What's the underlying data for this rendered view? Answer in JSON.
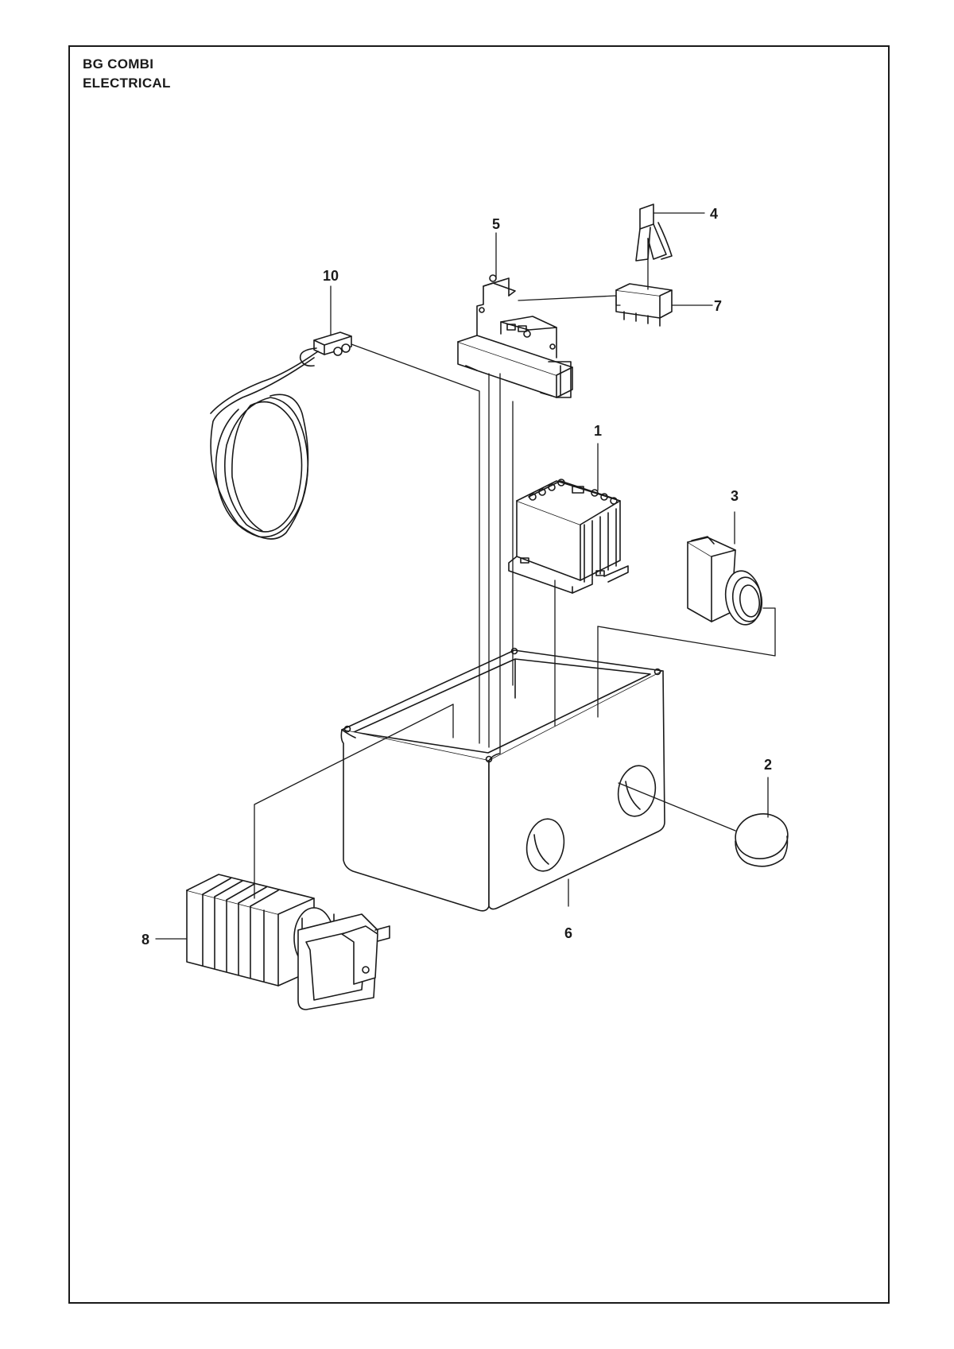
{
  "title": {
    "line1": "BG COMBI",
    "line2": "ELECTRICAL"
  },
  "callouts": [
    "1",
    "2",
    "3",
    "4",
    "5",
    "6",
    "7",
    "8",
    "10"
  ],
  "colors": {
    "ink": "#1a1a1a",
    "fill": "#ffffff"
  }
}
